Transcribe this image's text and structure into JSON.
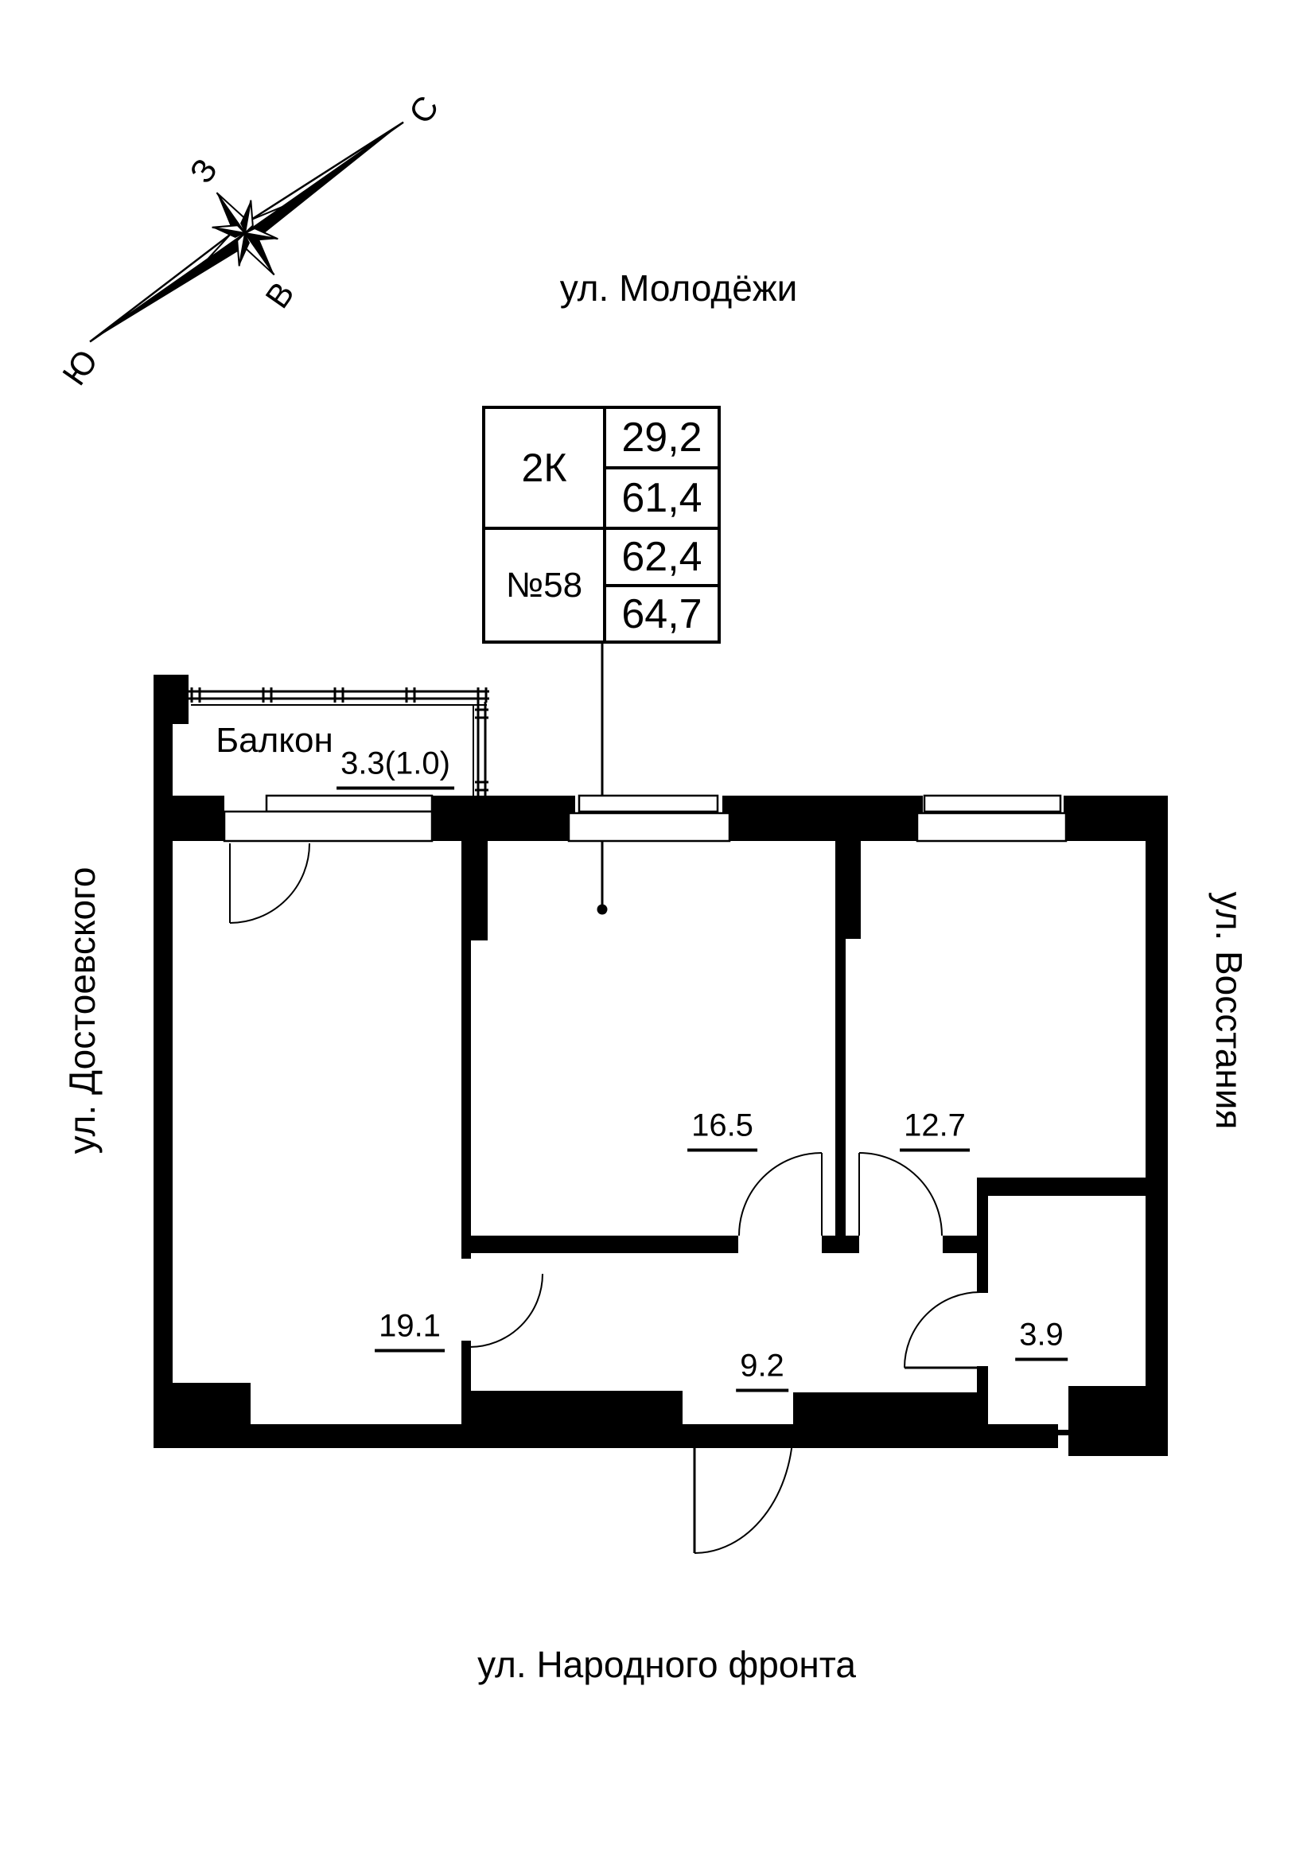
{
  "compass": {
    "north": "С",
    "south": "Ю",
    "west": "З",
    "east": "В"
  },
  "streets": {
    "top": "ул. Молодёжи",
    "left": "ул. Достоевского",
    "right": "ул. Восстания",
    "bottom": "ул. Народного фронта"
  },
  "info_table": {
    "unit_type": "2К",
    "unit_number": "№58",
    "areas": [
      "29,2",
      "61,4",
      "62,4",
      "64,7"
    ]
  },
  "rooms": [
    {
      "id": "balcony",
      "label": "Балкон",
      "area": "3.3(1.0)"
    },
    {
      "id": "living-room",
      "area": "19.1"
    },
    {
      "id": "room-middle",
      "area": "16.5"
    },
    {
      "id": "room-right",
      "area": "12.7"
    },
    {
      "id": "hallway",
      "area": "9.2"
    },
    {
      "id": "bathroom",
      "area": "3.9"
    }
  ],
  "colors": {
    "line": "#000000",
    "background": "#ffffff"
  }
}
